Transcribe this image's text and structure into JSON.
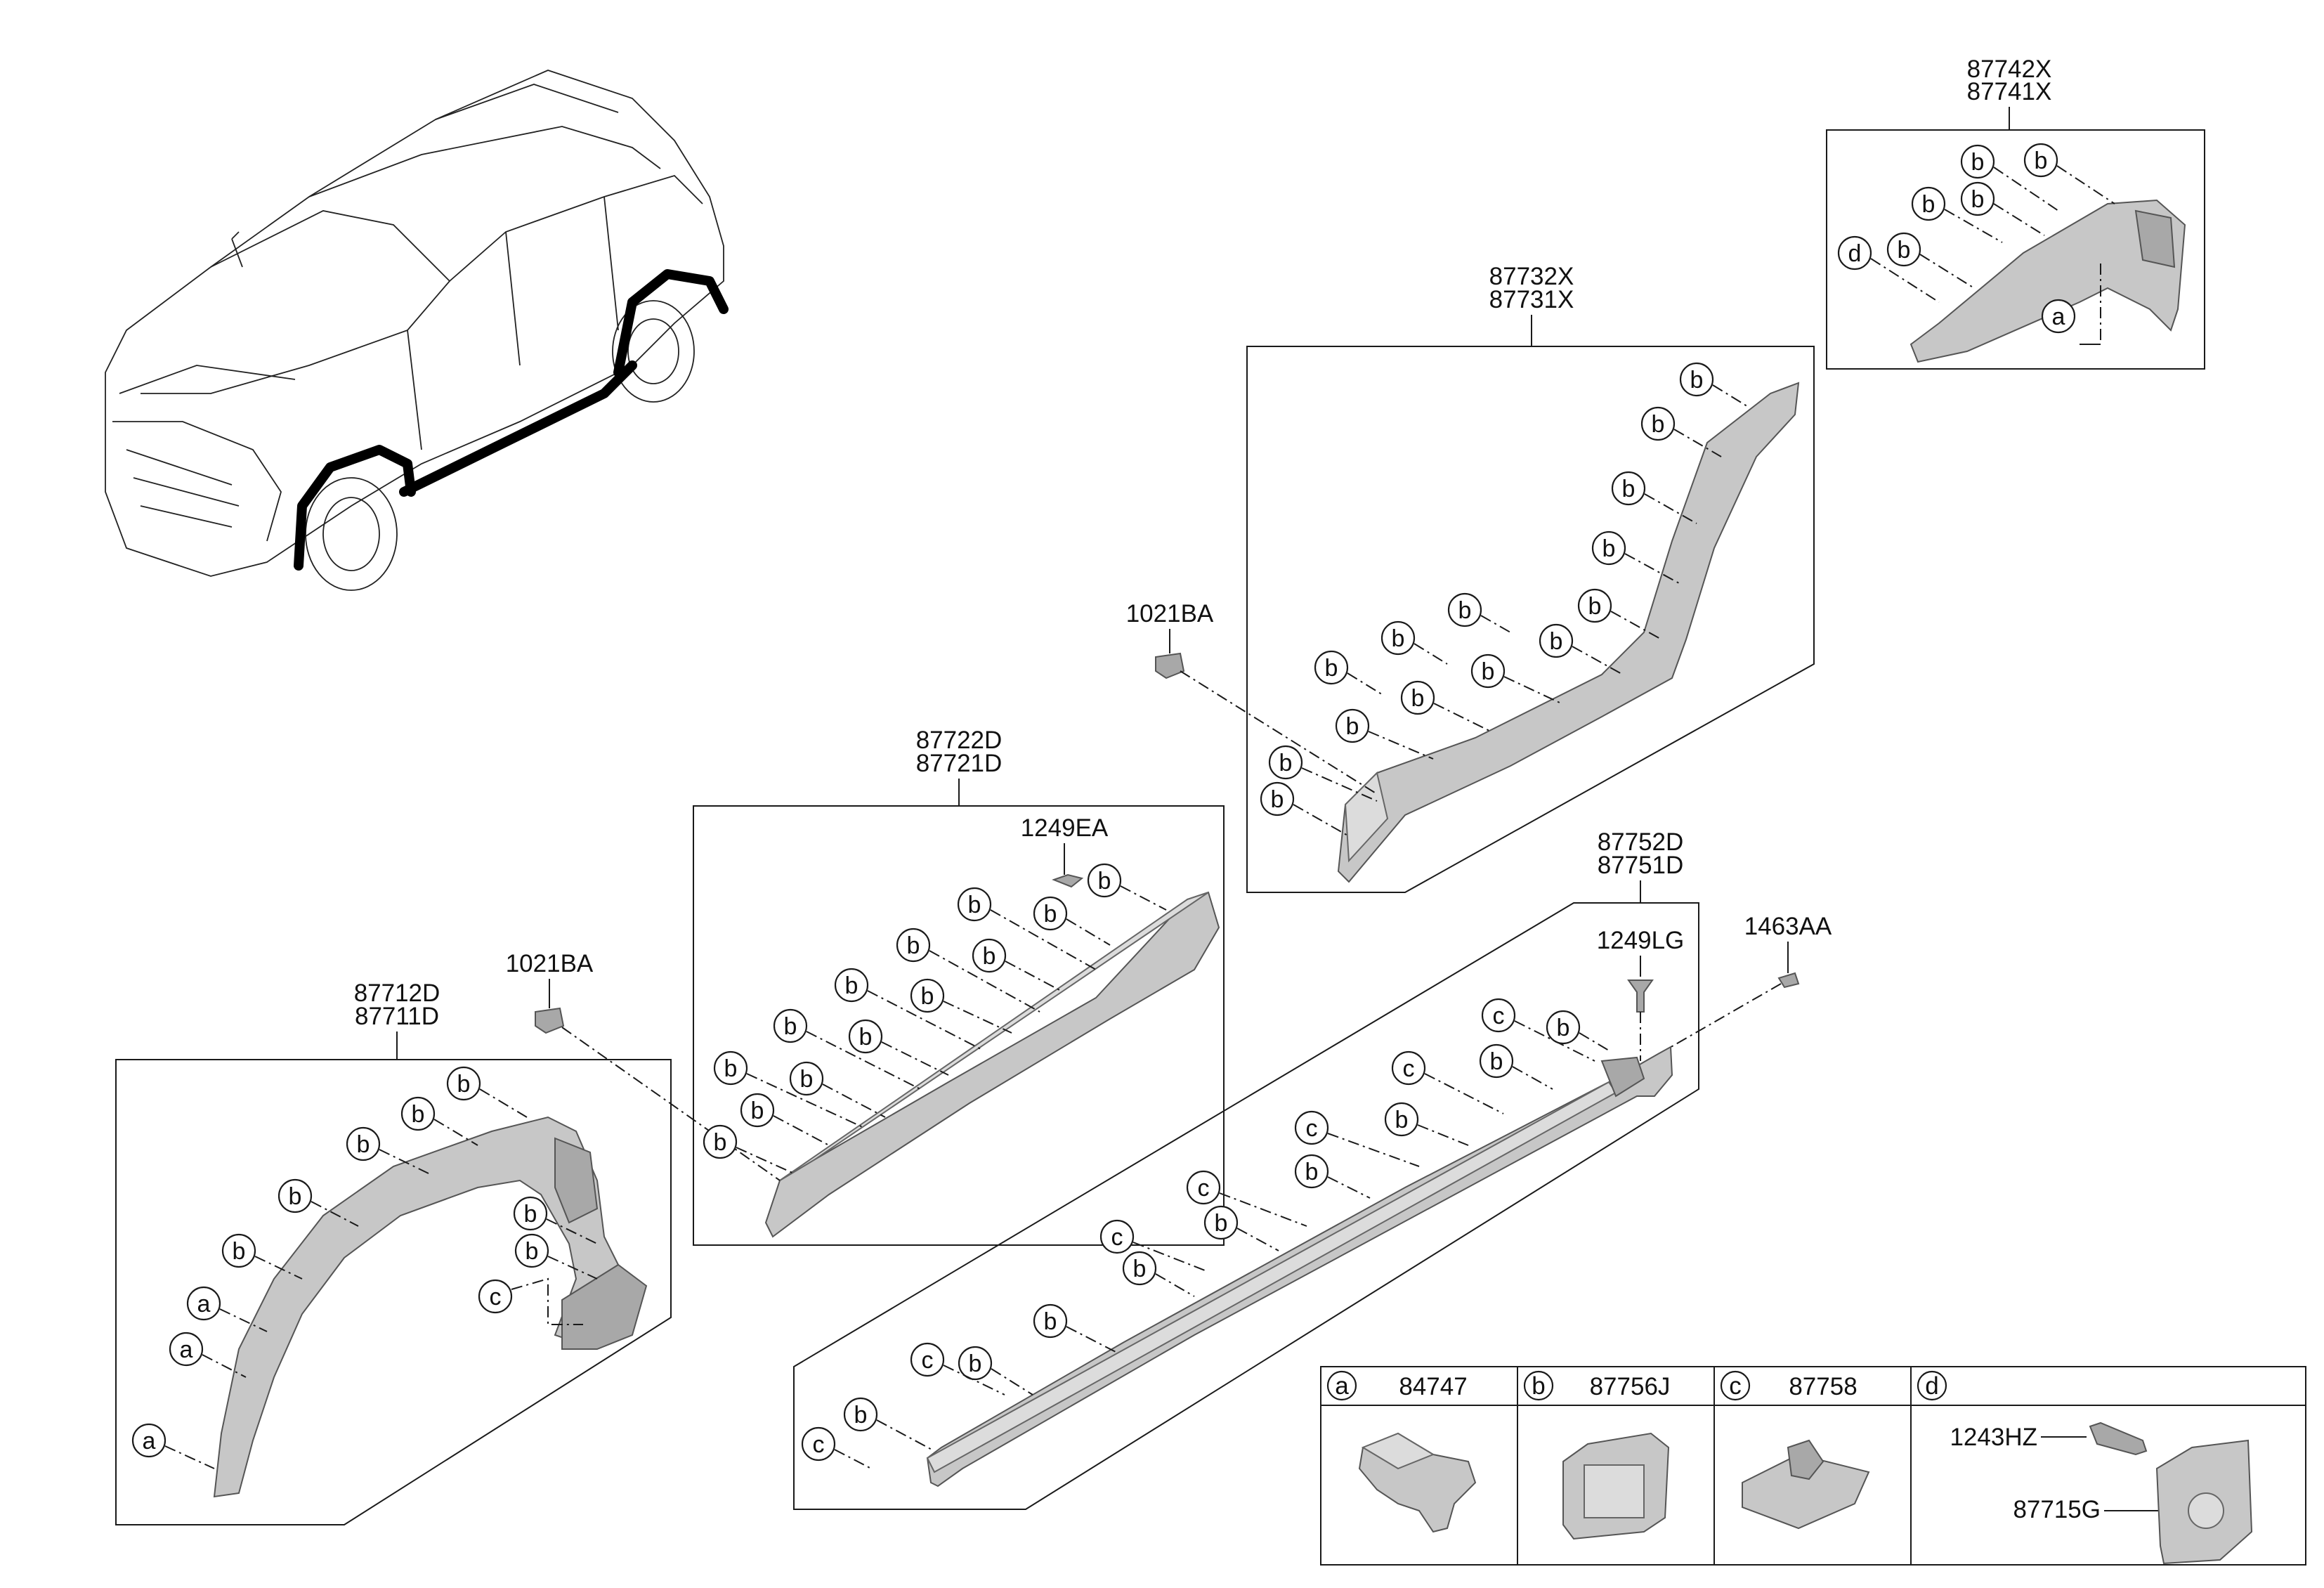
{
  "callout_letters": {
    "a": "a",
    "b": "b",
    "c": "c",
    "d": "d"
  },
  "labels": {
    "p87742X": "87742X",
    "p87741X": "87741X",
    "p87732X": "87732X",
    "p87731X": "87731X",
    "p1021BA_upper": "1021BA",
    "p87722D": "87722D",
    "p87721D": "87721D",
    "p1249EA": "1249EA",
    "p87752D": "87752D",
    "p87751D": "87751D",
    "p1249LG": "1249LG",
    "p1463AA": "1463AA",
    "p1021BA_lower": "1021BA",
    "p87712D": "87712D",
    "p87711D": "87711D"
  },
  "legend": {
    "cells": [
      {
        "letter": "a",
        "part": "84747"
      },
      {
        "letter": "b",
        "part": "87756J"
      },
      {
        "letter": "c",
        "part": "87758"
      },
      {
        "letter": "d",
        "part": ""
      }
    ],
    "d_parts": {
      "screw": "1243HZ",
      "bracket": "87715G"
    }
  },
  "colors": {
    "part_fill": "#c7c7c7",
    "line": "#1a1a1a",
    "background": "#ffffff"
  }
}
